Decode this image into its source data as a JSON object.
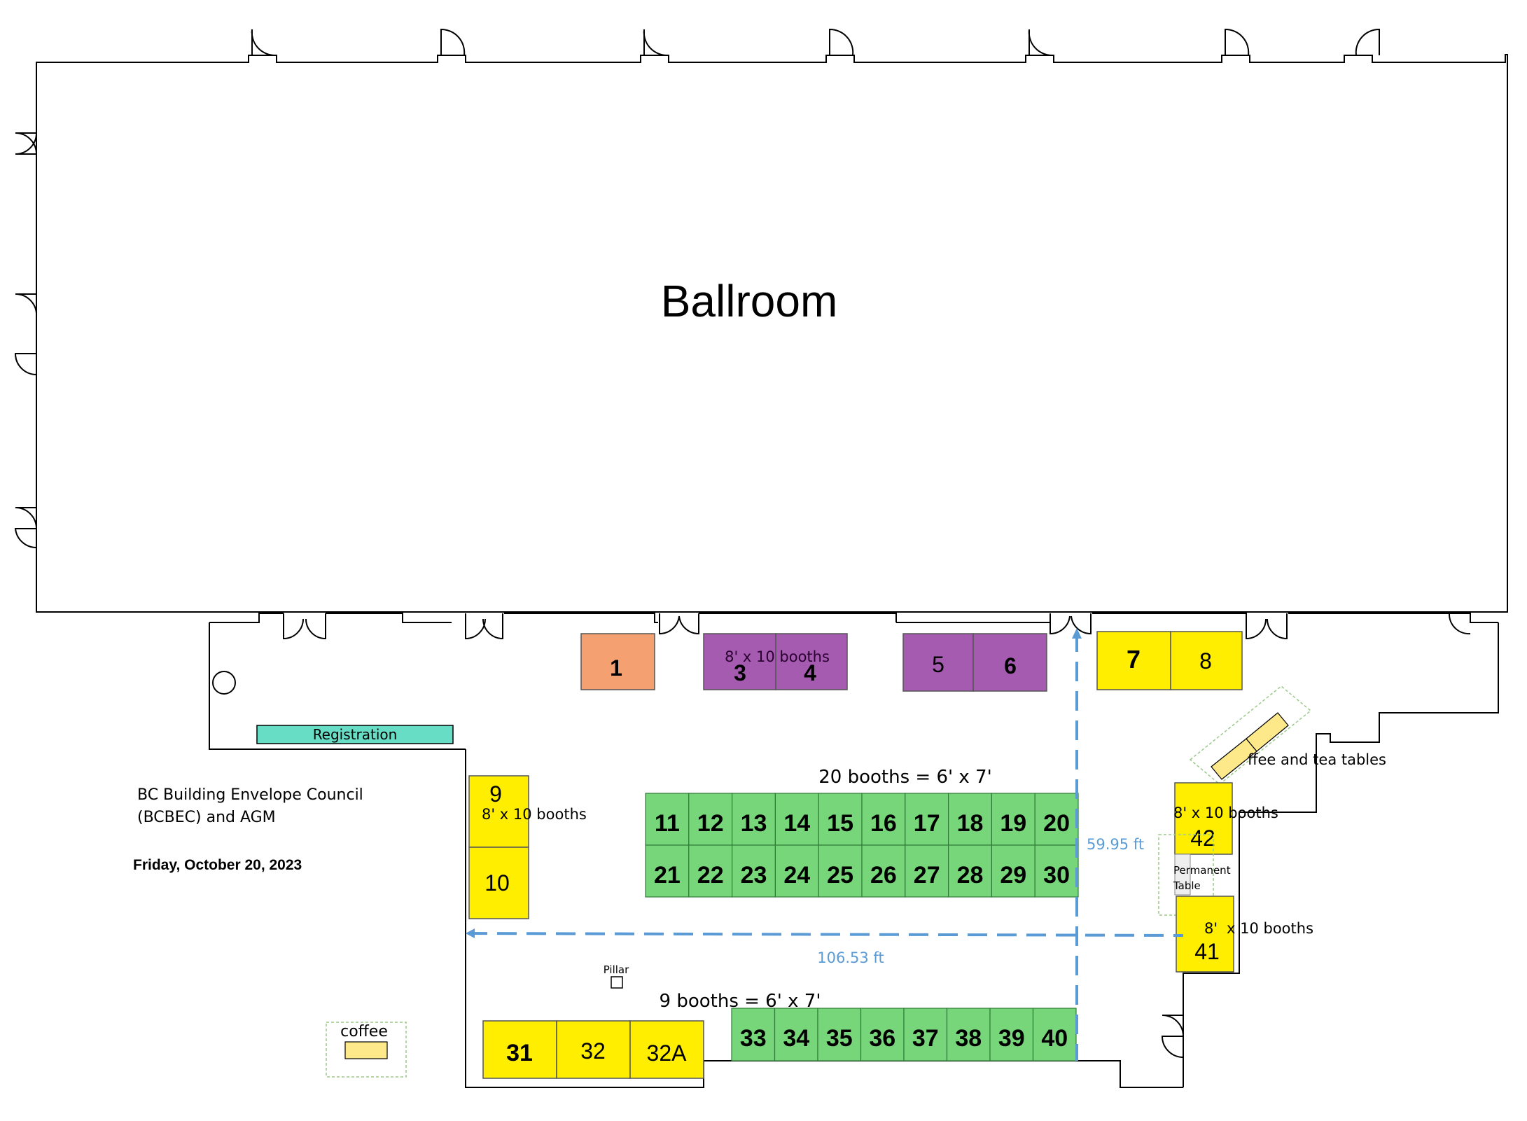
{
  "room": {
    "ballroom_label": "Ballroom"
  },
  "event": {
    "org_line1": "BC Building Envelope Council",
    "org_line2": "(BCBEC) and AGM",
    "date": "Friday, October 20, 2023"
  },
  "labels": {
    "registration": "Registration",
    "booths_8x10_top": "8' x 10 booths",
    "booths_8x10_left": "8' x 10 booths",
    "booths_8x10_right_upper": "8' x 10 booths",
    "booths_8x10_right_lower_a": "8'",
    "booths_8x10_right_lower_b": "x 10 booths",
    "coffee_tea_tables": "ffee and tea tables",
    "permanent_line1": "Permanent",
    "permanent_line2": "Table",
    "pillar": "Pillar",
    "coffee": "coffee",
    "row_top_note": "20 booths = 6' x 7'",
    "row_bottom_note": "9 booths = 6' x 7'",
    "dim_vertical": "59.95 ft",
    "dim_horizontal": "106.53 ft"
  },
  "colors": {
    "orange": "#f4a070",
    "purple": "#a45bb0",
    "yellow": "#ffee00",
    "green": "#77d67a",
    "teal": "#66ddc4",
    "coffee_fill": "#fde98a",
    "dimension": "#5b9bd5"
  },
  "booths": {
    "b1": "1",
    "b3": "3",
    "b4": "4",
    "b5": "5",
    "b6": "6",
    "b7": "7",
    "b8": "8",
    "b9": "9",
    "b10": "10",
    "b11": "11",
    "b12": "12",
    "b13": "13",
    "b14": "14",
    "b15": "15",
    "b16": "16",
    "b17": "17",
    "b18": "18",
    "b19": "19",
    "b20": "20",
    "b21": "21",
    "b22": "22",
    "b23": "23",
    "b24": "24",
    "b25": "25",
    "b26": "26",
    "b27": "27",
    "b28": "28",
    "b29": "29",
    "b30": "30",
    "b31": "31",
    "b32": "32",
    "b32a": "32A",
    "b33": "33",
    "b34": "34",
    "b35": "35",
    "b36": "36",
    "b37": "37",
    "b38": "38",
    "b39": "39",
    "b40": "40",
    "b41": "41",
    "b42": "42"
  }
}
